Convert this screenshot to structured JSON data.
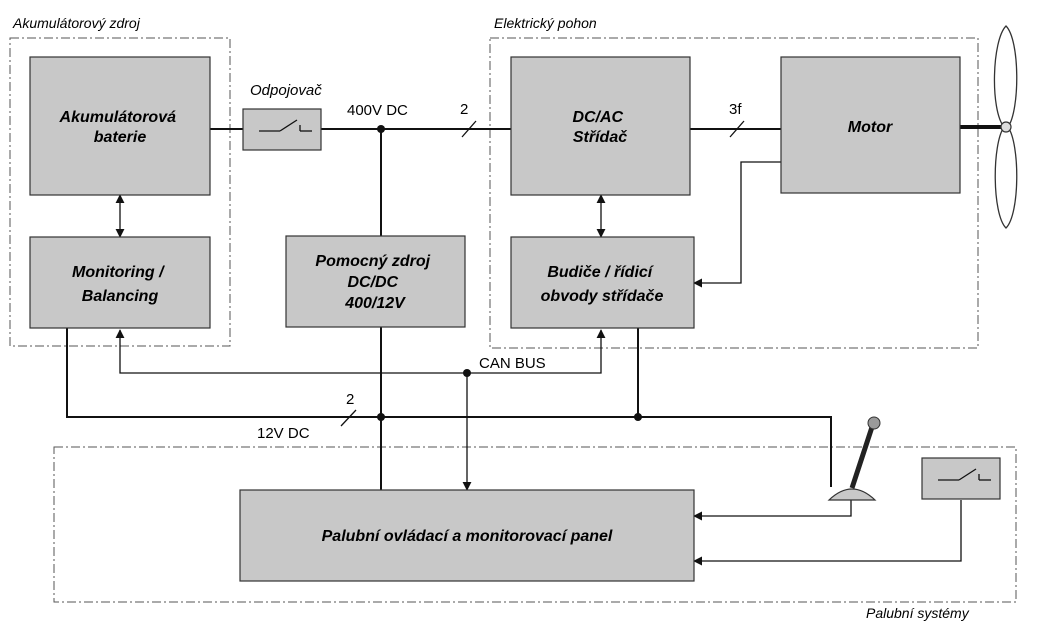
{
  "groups": {
    "battery_source": "Akumulátorový zdroj",
    "electric_drive": "Elektrický pohon",
    "onboard_systems": "Palubní systémy"
  },
  "blocks": {
    "battery": [
      "Akumulátorová",
      "baterie"
    ],
    "monitoring": [
      "Monitoring /",
      "Balancing"
    ],
    "aux_supply": [
      "Pomocný zdroj",
      "DC/DC",
      "400/12V"
    ],
    "inverter": [
      "DC/AC",
      "Střídač"
    ],
    "motor": [
      "Motor"
    ],
    "drivers": [
      "Budiče / řídicí",
      "obvody střídače"
    ],
    "panel": [
      "Palubní ovládací a monitorovací panel"
    ]
  },
  "wire_labels": {
    "disconnector": "Odpojovač",
    "hv_bus": "400V DC",
    "hv_count": "2",
    "phase_count": "3f",
    "can_bus": "CAN BUS",
    "lv_count": "2",
    "lv_bus": "12V DC"
  }
}
